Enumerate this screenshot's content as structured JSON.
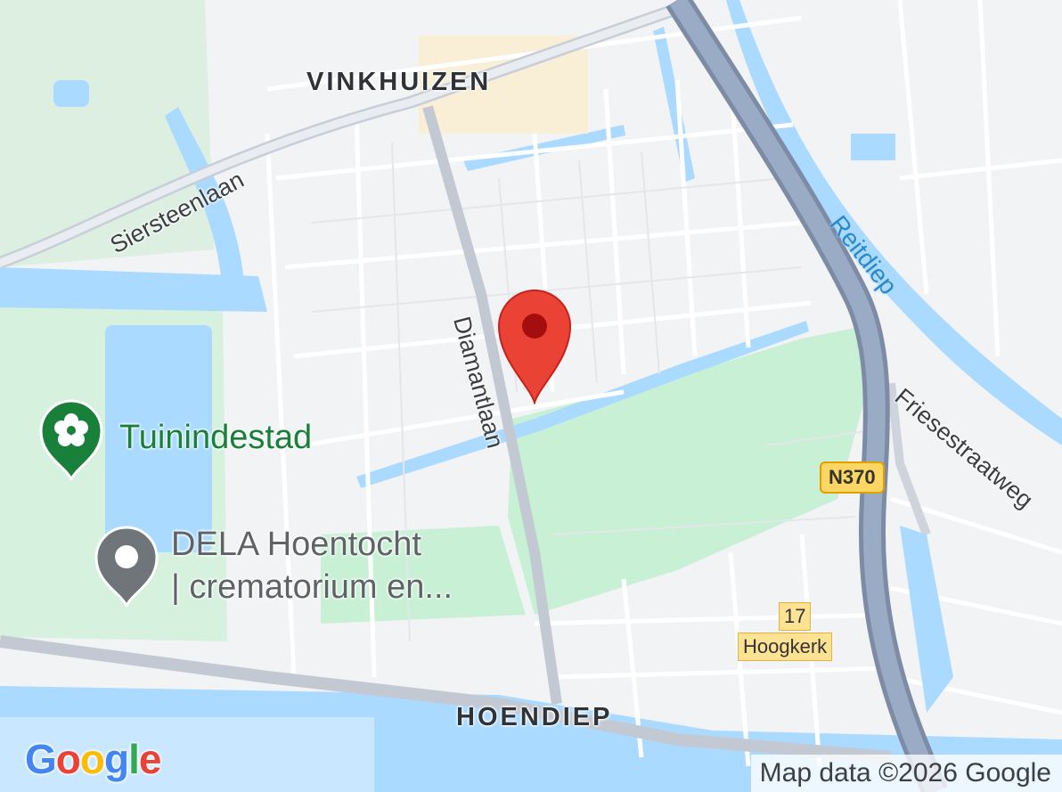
{
  "map": {
    "district_labels": [
      "VINKHUIZEN",
      "HOENDIEP"
    ],
    "street_labels": [
      "Siersteenlaan",
      "Diamantlaan",
      "Friesestraatweg"
    ],
    "water_labels": [
      "Reitdiep"
    ],
    "pois": [
      {
        "name": "Tuinindestad",
        "icon": "flower-pin-icon",
        "color": "#188038"
      },
      {
        "name_line1": "DELA Hoentocht",
        "name_line2": "| crematorium en...",
        "icon": "place-pin-icon",
        "color": "#70757a"
      }
    ],
    "road_shields": [
      "N370"
    ],
    "place_shield": {
      "number": "17",
      "name": "Hoogkerk"
    },
    "marker": {
      "icon": "location-marker-icon",
      "color": "#ea4335"
    },
    "attribution": "Map data ©2026 Google",
    "logo": "Google",
    "colors": {
      "water": "#aadaff",
      "park": "#c8f0d4",
      "park_dark": "#a8e6bd",
      "highway": "#8ea3c0",
      "land": "#f2f3f5"
    }
  }
}
